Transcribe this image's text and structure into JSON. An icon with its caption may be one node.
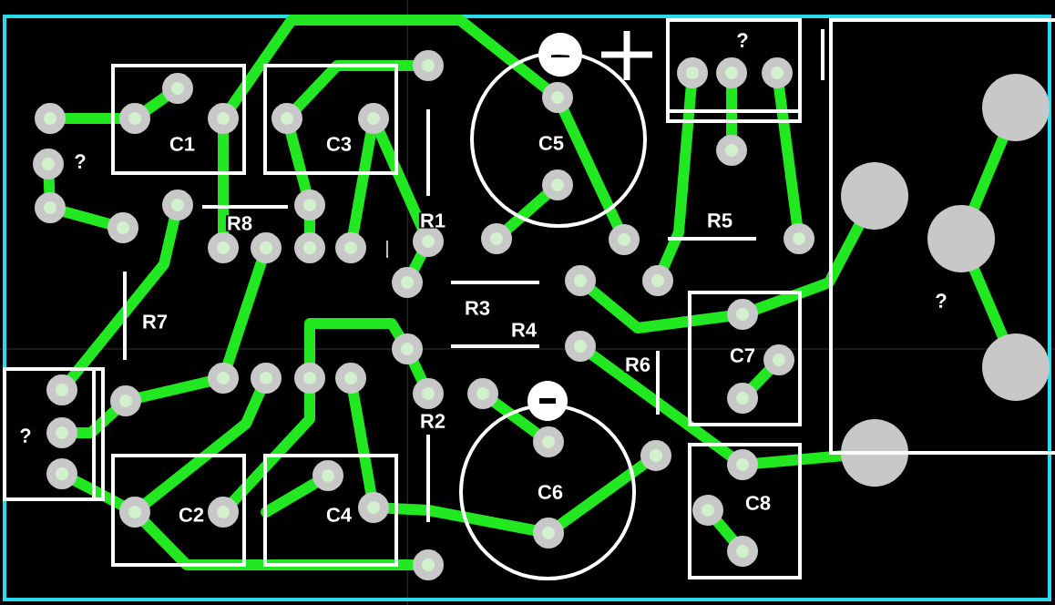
{
  "diagram": {
    "nodes": [
      {
        "text": [
          "C1"
        ]
      },
      {
        "text": [
          "C3"
        ]
      },
      {
        "text": [
          "C5"
        ]
      },
      {
        "text": [
          "?"
        ]
      },
      {
        "text": [
          "?"
        ]
      },
      {
        "text": [
          "C7"
        ]
      },
      {
        "text": [
          "?"
        ]
      },
      {
        "text": [
          "C2"
        ]
      },
      {
        "text": [
          "C4"
        ]
      },
      {
        "text": [
          "C6"
        ]
      },
      {
        "text": [
          "C8"
        ]
      }
    ],
    "labels": [
      "?",
      "R8",
      "R1",
      "R5",
      "R3",
      "R7",
      "R4",
      "R6",
      "R2"
    ]
  }
}
